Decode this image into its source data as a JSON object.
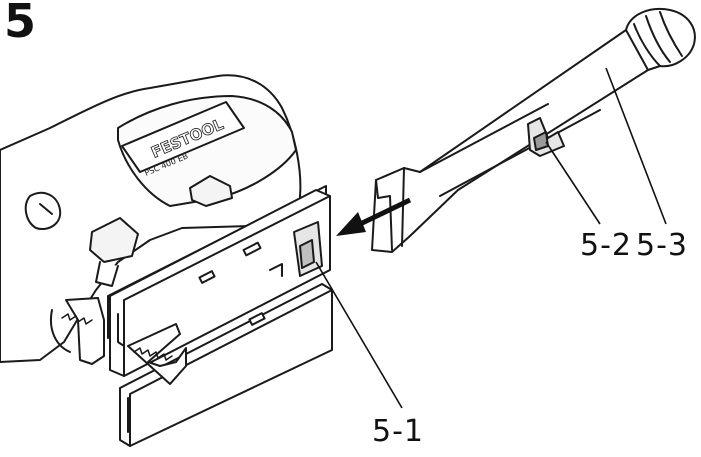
{
  "figure": {
    "number": "5"
  },
  "tool": {
    "brand": "FESTOOL",
    "model": "PSC 400 EB"
  },
  "callouts": {
    "c1": "5-1",
    "c2": "5-2",
    "c3": "5-3"
  }
}
